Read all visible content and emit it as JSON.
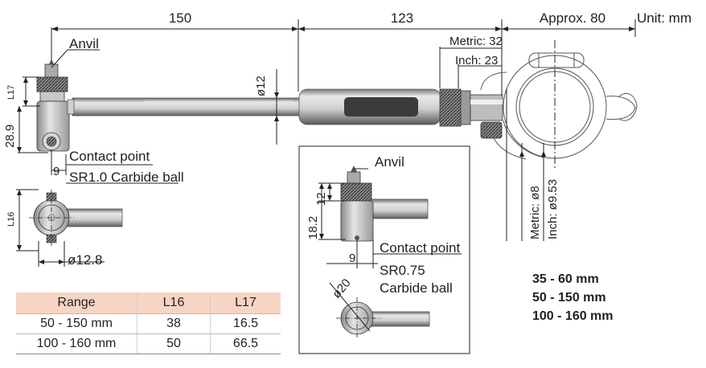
{
  "unit": "Unit: mm",
  "dims": {
    "len_150": "150",
    "len_123": "123",
    "approx_80": "Approx. 80",
    "metric_32": "Metric: 32",
    "inch_23": "Inch: 23",
    "dia_12": "ø12",
    "h_289": "28.9",
    "l17": "L17",
    "l16": "L16",
    "w_9": "9",
    "dia_128": "ø12.8",
    "metric_dia8": "Metric: ø8",
    "inch_dia953": "Inch: ø9.53"
  },
  "labels": {
    "anvil": "Anvil",
    "contact_point": "Contact point",
    "sr10": "SR1.0 Carbide ball"
  },
  "inset": {
    "anvil": "Anvil",
    "h_182": "18.2",
    "h_12": "12",
    "contact_point": "Contact point",
    "w_9": "9",
    "sr075": "SR0.75",
    "carbide_ball": "Carbide ball",
    "dia_20": "ø20"
  },
  "ranges": [
    "35 - 60 mm",
    "50 - 150 mm",
    "100 - 160 mm"
  ],
  "table": {
    "headers": [
      "Range",
      "L16",
      "L17"
    ],
    "rows": [
      [
        "50 - 150 mm",
        "38",
        "16.5"
      ],
      [
        "100 - 160 mm",
        "50",
        "66.5"
      ]
    ]
  },
  "colors": {
    "line": "#231f20",
    "header_fill": "#f6d5c4",
    "rod_dark": "#6d6d6d",
    "rod_light": "#e3e3e3"
  }
}
